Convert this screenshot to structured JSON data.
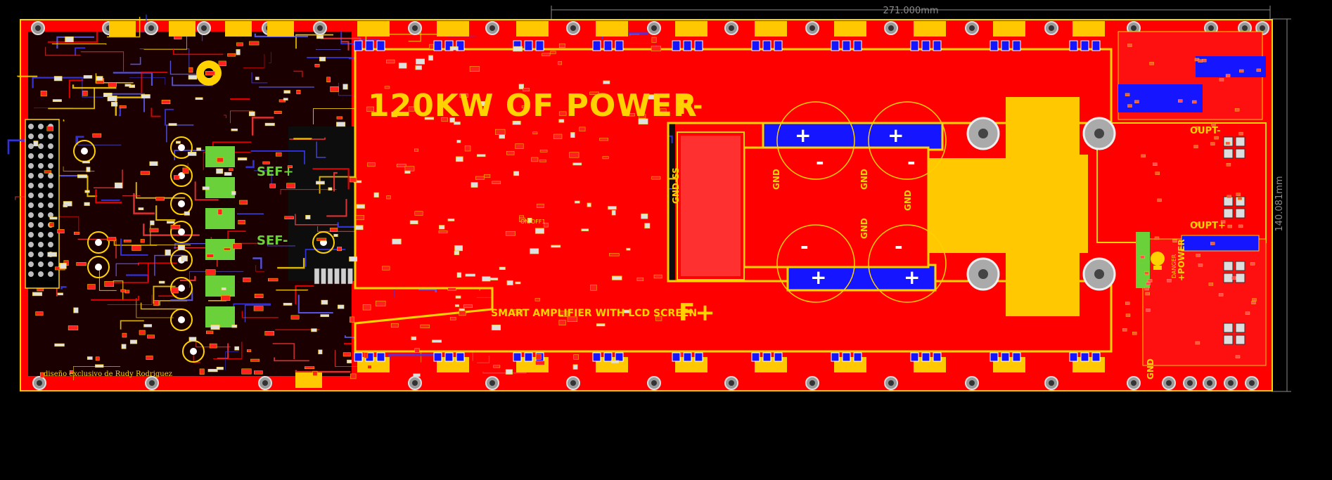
{
  "dimensions": {
    "width_label": "271.000mm",
    "height_label": "140.081mm"
  },
  "board": {
    "title_power": "120KW OF POWER",
    "label_fminus": "F-",
    "label_fplus": "F+",
    "subtitle": "SMART AMPLIFIER WITH LCD SCREEN",
    "credit": "diseño exclusivo de Rudy Rodriguez",
    "label_onoff": "ON/OFF1",
    "label_gnd": "GND",
    "label_gnd_ss": "GND-SS",
    "label_outp_minus": "OUPT-",
    "label_outp_plus": "OUPT+",
    "label_danger": "DANGER",
    "label_power": "+POWER",
    "label_sef_top": "SEF+",
    "label_sef_bottom": "SEF-"
  },
  "colors": {
    "background": "#000000",
    "copper_top": "#ff0000",
    "copper_bottom": "#0000ff",
    "silkscreen": "#ffd200",
    "pad": "#ffc800",
    "green_pour": "#6bd13b",
    "dimension": "#8a8a8a"
  }
}
